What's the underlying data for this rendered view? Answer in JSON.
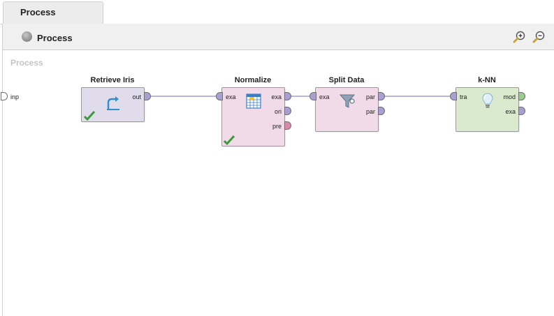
{
  "tab": {
    "label": "Process"
  },
  "header": {
    "title": "Process",
    "zoom_in": "zoom-in",
    "zoom_out": "zoom-out"
  },
  "canvas": {
    "label": "Process",
    "inner_ports": {
      "input": "inp"
    }
  },
  "operators": {
    "retrieve": {
      "name": "Retrieve Iris",
      "out": [
        "out"
      ],
      "status": "ok",
      "icon": "retrieve-icon"
    },
    "normalize": {
      "name": "Normalize",
      "in": [
        "exa"
      ],
      "out": [
        "exa",
        "ori",
        "pre"
      ],
      "status": "ok",
      "icon": "table-icon"
    },
    "split": {
      "name": "Split Data",
      "in": [
        "exa"
      ],
      "out": [
        "par",
        "par"
      ],
      "icon": "filter-funnel-icon"
    },
    "knn": {
      "name": "k-NN",
      "in": [
        "tra"
      ],
      "out": [
        "mod",
        "exa"
      ],
      "icon": "lightbulb-icon"
    }
  },
  "colors": {
    "port_example": "#a99fd0",
    "port_preprocessing": "#d88aa9",
    "port_model": "#9ccd8e",
    "wire": "#8f88c4",
    "check": "#3a9a3a"
  }
}
